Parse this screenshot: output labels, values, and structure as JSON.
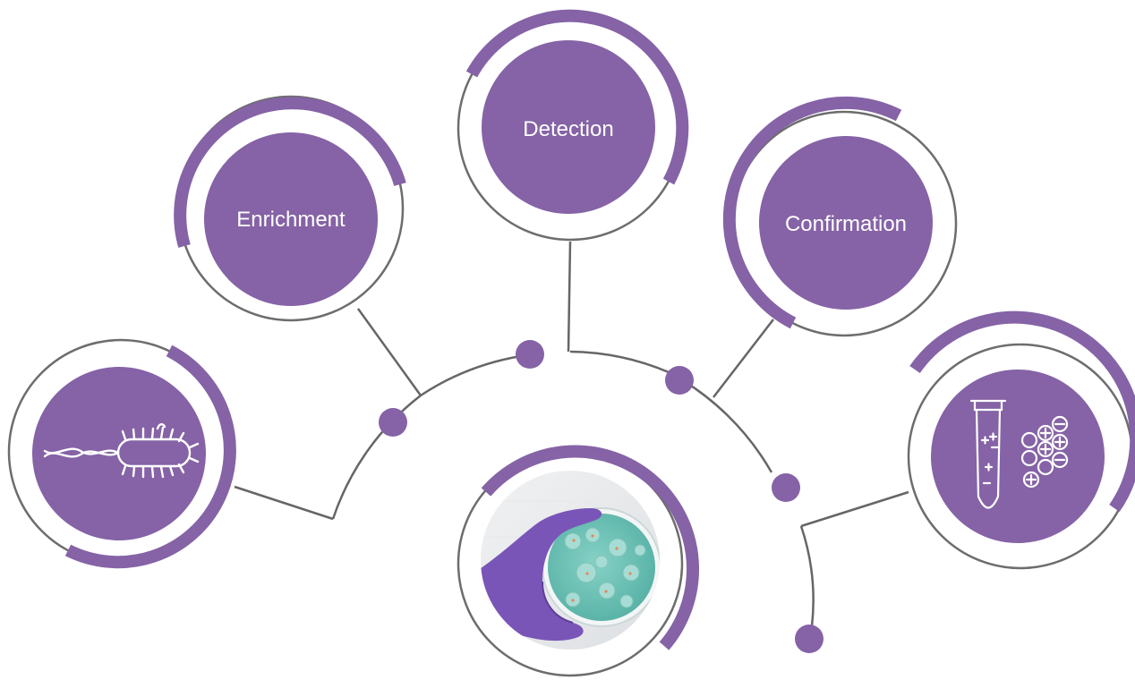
{
  "colors": {
    "purple": "#8563a6",
    "line": "#666666",
    "ring": "#6d6d6d",
    "background": "#ffffff"
  },
  "nodes": {
    "bacterium": {
      "label": "",
      "icon": "bacterium-icon"
    },
    "enrichment": {
      "label": "Enrichment"
    },
    "detection": {
      "label": "Detection"
    },
    "confirmation": {
      "label": "Confirmation"
    },
    "test_tube": {
      "label": "",
      "icon": "test-tube-particles-icon"
    },
    "petri_dish": {
      "label": "",
      "icon": "hand-holding-petri-dish-icon"
    }
  }
}
